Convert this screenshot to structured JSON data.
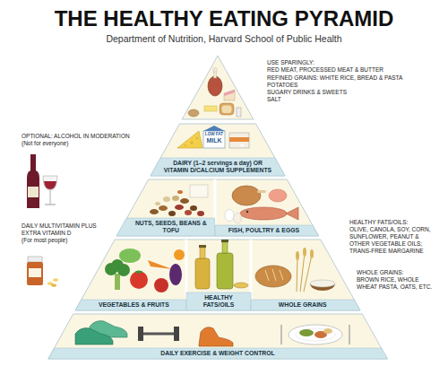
{
  "diagram": {
    "title": "THE HEALTHY EATING PYRAMID",
    "nodes": [
      {
        "text": [
          "DAIRY (1–2 servings a day) OR VITAMIN D/CALCIUM SUPPLEMENTS"
        ]
      },
      {
        "text": [
          "NUTS, SEEDS, BEANS & TOFU"
        ]
      },
      {
        "text": [
          "FISH, POULTRY & EGGS"
        ]
      },
      {
        "text": [
          "VEGETABLES & FRUITS"
        ]
      },
      {
        "text": [
          "HEALTHY FATS/OILS"
        ]
      },
      {
        "text": [
          "WHOLE GRAINS"
        ]
      },
      {
        "text": [
          "DAILY EXERCISE & WEIGHT CONTROL"
        ]
      }
    ],
    "labels": [
      "Department of Nutrition, Harvard School of Public Health",
      "USE SPARINGLY:",
      "RED MEAT, PROCESSED MEAT & BUTTER",
      "REFINED GRAINS: WHITE RICE, BREAD & PASTA",
      "POTATOES",
      "SUGARY DRINKS & SWEETS",
      "SALT",
      "OPTIONAL: ALCOHOL IN MODERATION",
      "(Not for everyone)",
      "LOW FAT",
      "MILK",
      "DAILY MULTIVITAMIN PLUS EXTRA VITAMIN D",
      "(For most people)",
      "HEALTHY FATS/OILS:",
      "OLIVE, CANOLA, SOY, CORN, SUNFLOWER, PEANUT & OTHER VEGETABLE OILS; TRANS-FREE MARGARINE",
      "WHOLE GRAINS:",
      "BROWN RICE, WHOLE WHEAT PASTA, OATS, ETC."
    ]
  }
}
